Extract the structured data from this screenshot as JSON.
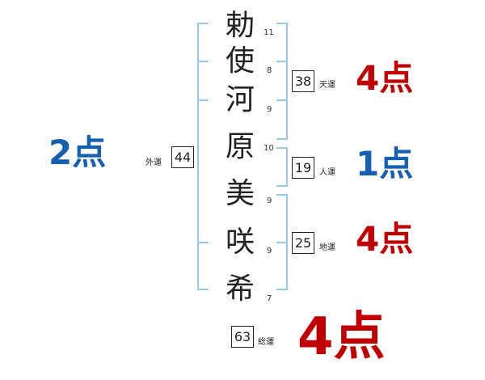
{
  "name_chars": [
    {
      "char": "勅",
      "strokes": "11"
    },
    {
      "char": "使",
      "strokes": "8"
    },
    {
      "char": "河",
      "strokes": "9"
    },
    {
      "char": "原",
      "strokes": "10"
    },
    {
      "char": "美",
      "strokes": "9"
    },
    {
      "char": "咲",
      "strokes": "9"
    },
    {
      "char": "希",
      "strokes": "7"
    }
  ],
  "fortunes": {
    "ten": {
      "label": "天運",
      "value": "38",
      "score": "4点"
    },
    "jin": {
      "label": "人運",
      "value": "19",
      "score": "1点"
    },
    "chi": {
      "label": "地運",
      "value": "25",
      "score": "4点"
    },
    "gai": {
      "label": "外運",
      "value": "44",
      "score": "2点"
    },
    "sou": {
      "label": "総運",
      "value": "63",
      "score": "4点"
    }
  },
  "colors": {
    "good": "#c00000",
    "bad": "#1560b0",
    "bracket": "#9cc8e8"
  }
}
